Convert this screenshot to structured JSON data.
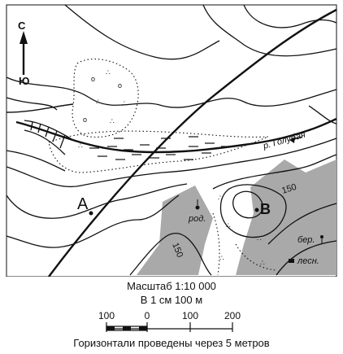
{
  "map": {
    "north_label": "С",
    "south_label": "Ю",
    "point_a": "A",
    "point_b": "B",
    "river_label": "р. Голубая",
    "spring_label": "род.",
    "contour_150_left": "150",
    "contour_150_right": "150",
    "bank_label": "бер.",
    "forest_label": "лесн."
  },
  "legend": {
    "scale_title": "Масштаб 1:10 000",
    "scale_text": "В 1 см 100 м",
    "ticks": [
      "100",
      "0",
      "100",
      "200"
    ],
    "contour_note": "Горизонтали проведены через 5 метров"
  },
  "colors": {
    "forest_fill": "#a9a9a9",
    "line": "#111111"
  }
}
